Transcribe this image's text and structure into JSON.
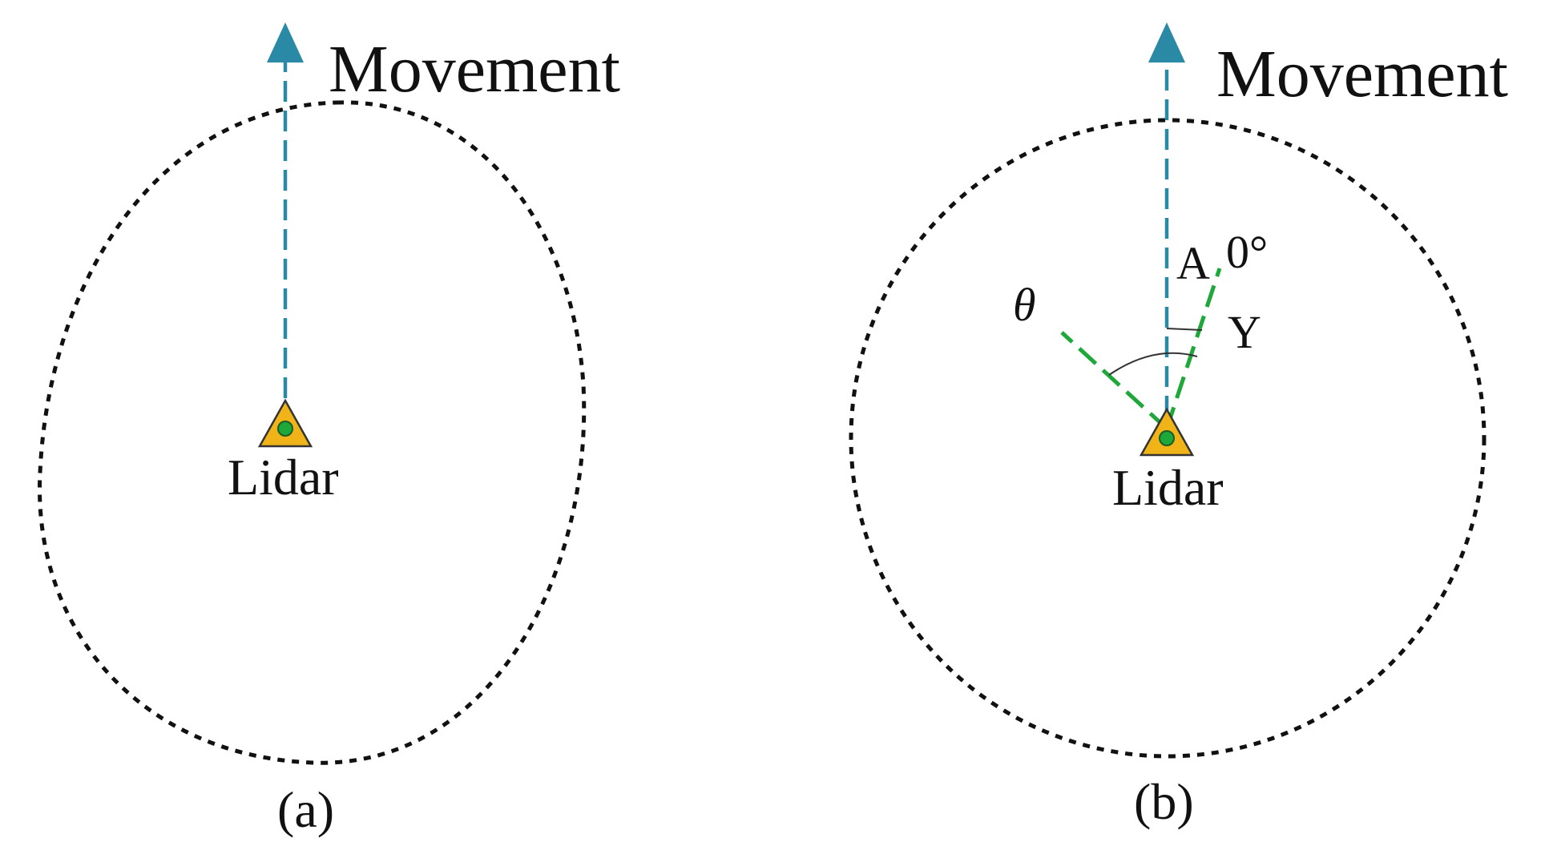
{
  "colors": {
    "movement_arrow": "#2a8aa6",
    "ray": "#1fa83a",
    "boundary": "#111111",
    "lidar_fill": "#f0b418",
    "lidar_dot": "#1fa83a"
  },
  "icons": {
    "lidar": "triangle-with-dot-icon",
    "movement": "arrow-up-icon"
  },
  "panel_a": {
    "movement_label": "Movement",
    "lidar_label": "Lidar",
    "caption": "(a)"
  },
  "panel_b": {
    "movement_label": "Movement",
    "lidar_label": "Lidar",
    "caption": "(b)",
    "point_label": "A",
    "angle_zero_label": "0°",
    "axis_label": "Y",
    "angle_label": "θ"
  }
}
